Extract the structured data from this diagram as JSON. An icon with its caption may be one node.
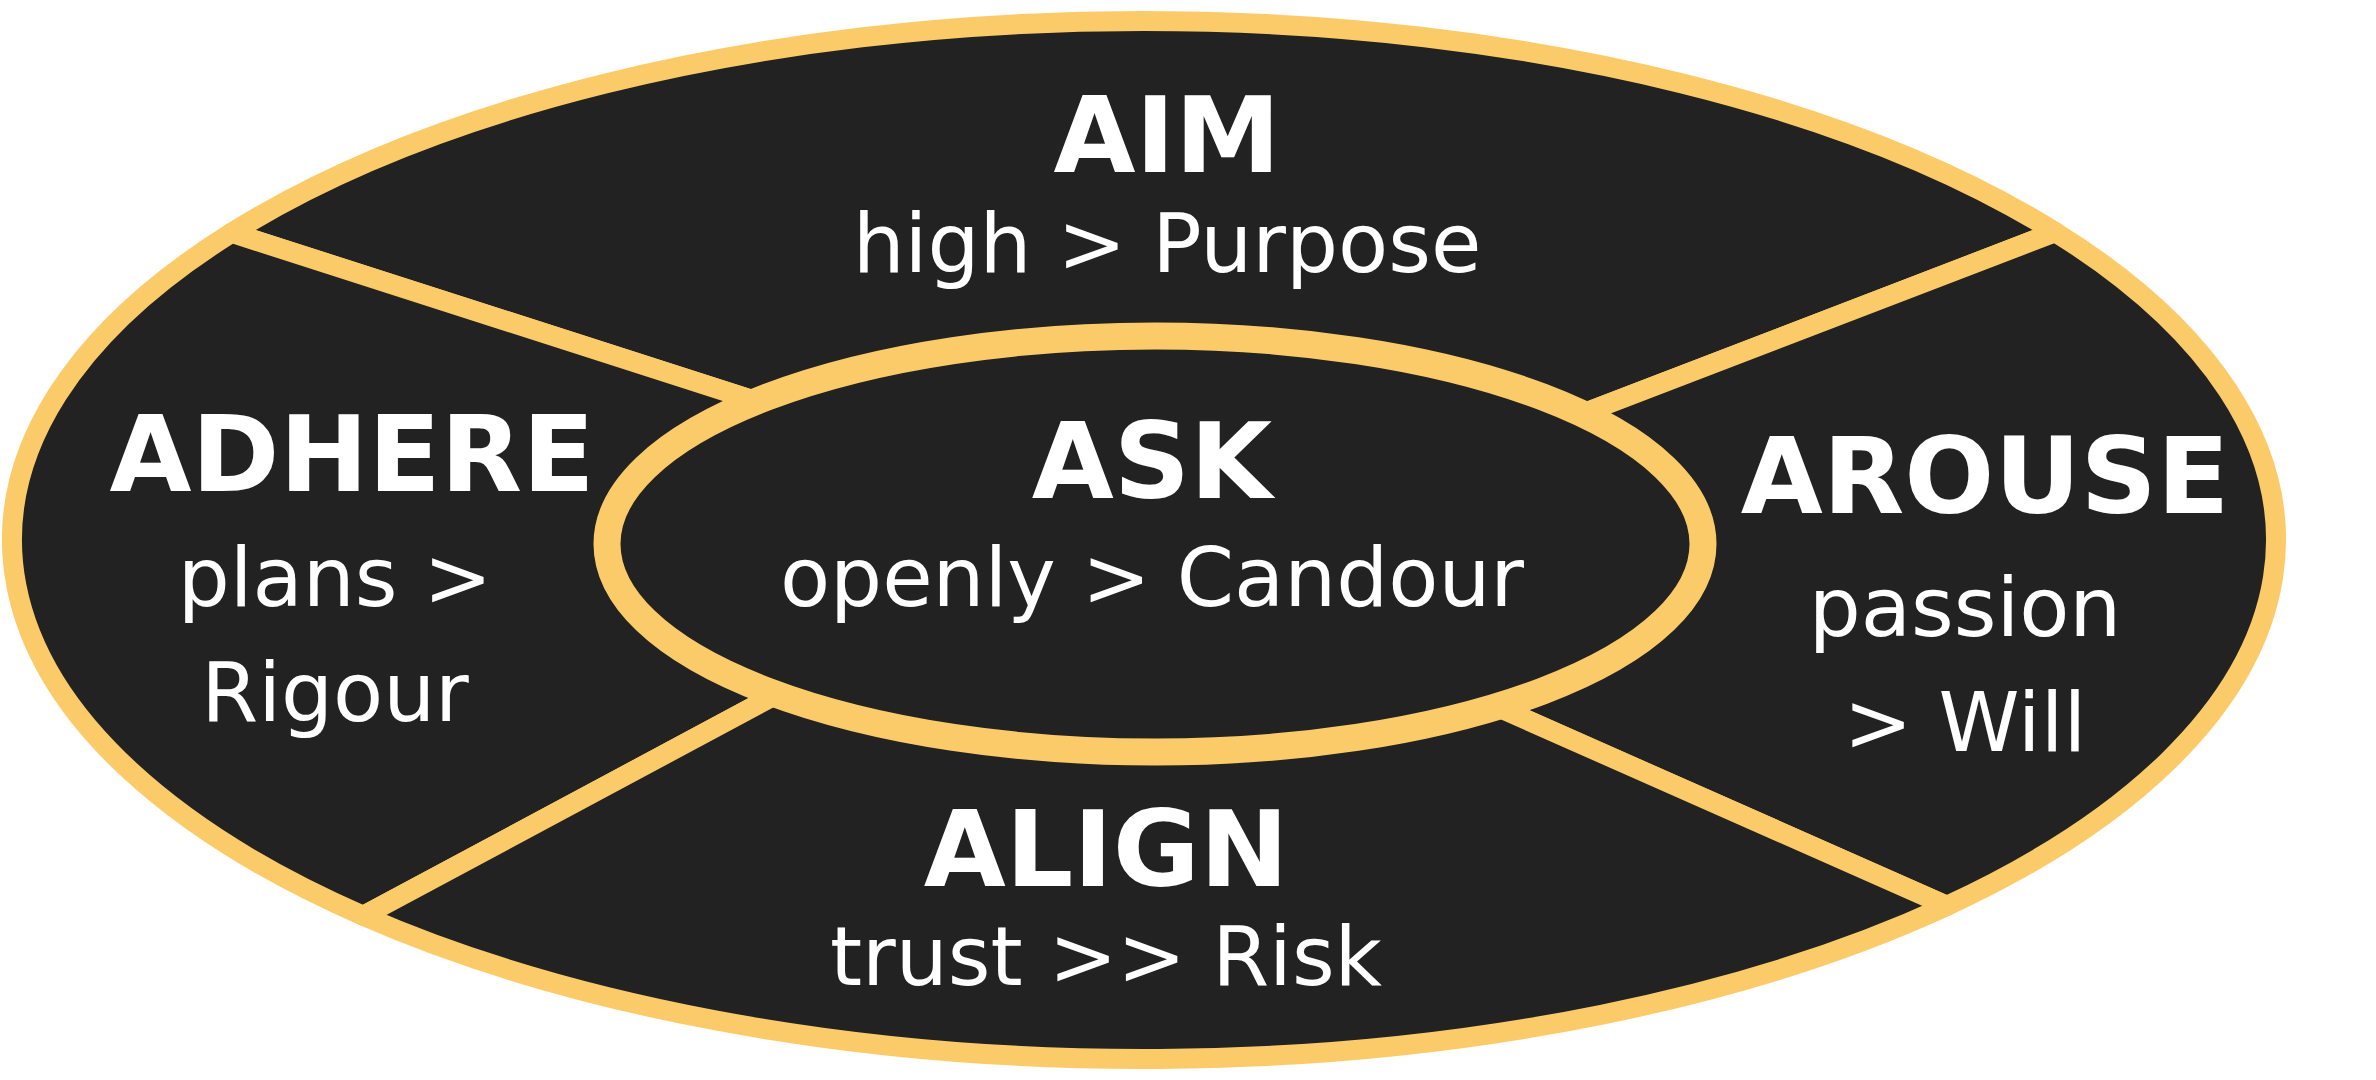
{
  "diagram": {
    "nodes": [
      {
        "text": [
          "AIM",
          "high > Purpose"
        ]
      },
      {
        "text": [
          "ADHERE",
          "plans > Rigour"
        ]
      },
      {
        "text": [
          "ASK",
          "openly > Candour"
        ]
      },
      {
        "text": [
          "AROUSE",
          "passion > Will"
        ]
      },
      {
        "text": [
          "ALIGN",
          "trust >> Risk"
        ]
      }
    ]
  }
}
